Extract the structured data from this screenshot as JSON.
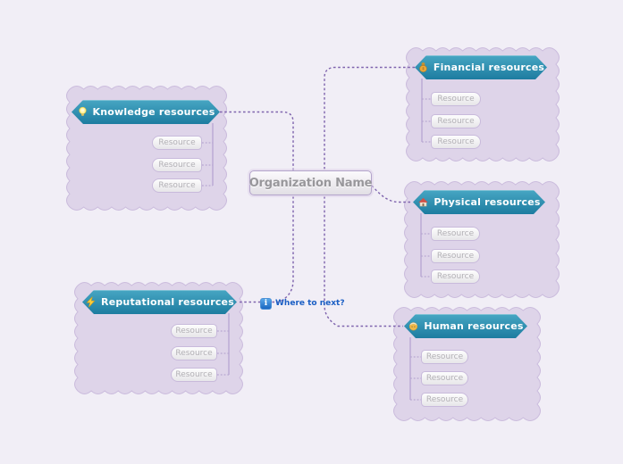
{
  "root": {
    "label": "Organization Name"
  },
  "branches": [
    {
      "label": "Knowledge resources",
      "icon": "lightbulb-icon",
      "resources": [
        "Resource",
        "Resource",
        "Resource"
      ]
    },
    {
      "label": "Financial resources",
      "icon": "moneybag-icon",
      "resources": [
        "Resource",
        "Resource",
        "Resource"
      ]
    },
    {
      "label": "Physical resources",
      "icon": "house-icon",
      "resources": [
        "Resource",
        "Resource",
        "Resource"
      ]
    },
    {
      "label": "Human resources",
      "icon": "person-icon",
      "resources": [
        "Resource",
        "Resource",
        "Resource"
      ]
    },
    {
      "label": "Reputational resources",
      "icon": "flash-icon",
      "resources": [
        "Resource",
        "Resource",
        "Resource"
      ]
    }
  ],
  "floating_note": {
    "label": "Where to next?",
    "icon": "info-icon"
  },
  "palette": {
    "background": "#f1eef6",
    "cloud_fill": "#ded4e9",
    "cloud_stroke": "#cbbcdd",
    "hex_top": "#47a6c3",
    "hex_bottom": "#1d7ca0",
    "hex_text": "#ffffff",
    "connector": "#7e63ad",
    "trunk": "#c4b5da",
    "pill_connector": "#b7a7d1",
    "pill_border": "#c8badb",
    "pill_text": "#b2b0b5",
    "root_border": "#b2a3ca",
    "root_text": "#98979b",
    "note_text": "#1b5fc4"
  }
}
